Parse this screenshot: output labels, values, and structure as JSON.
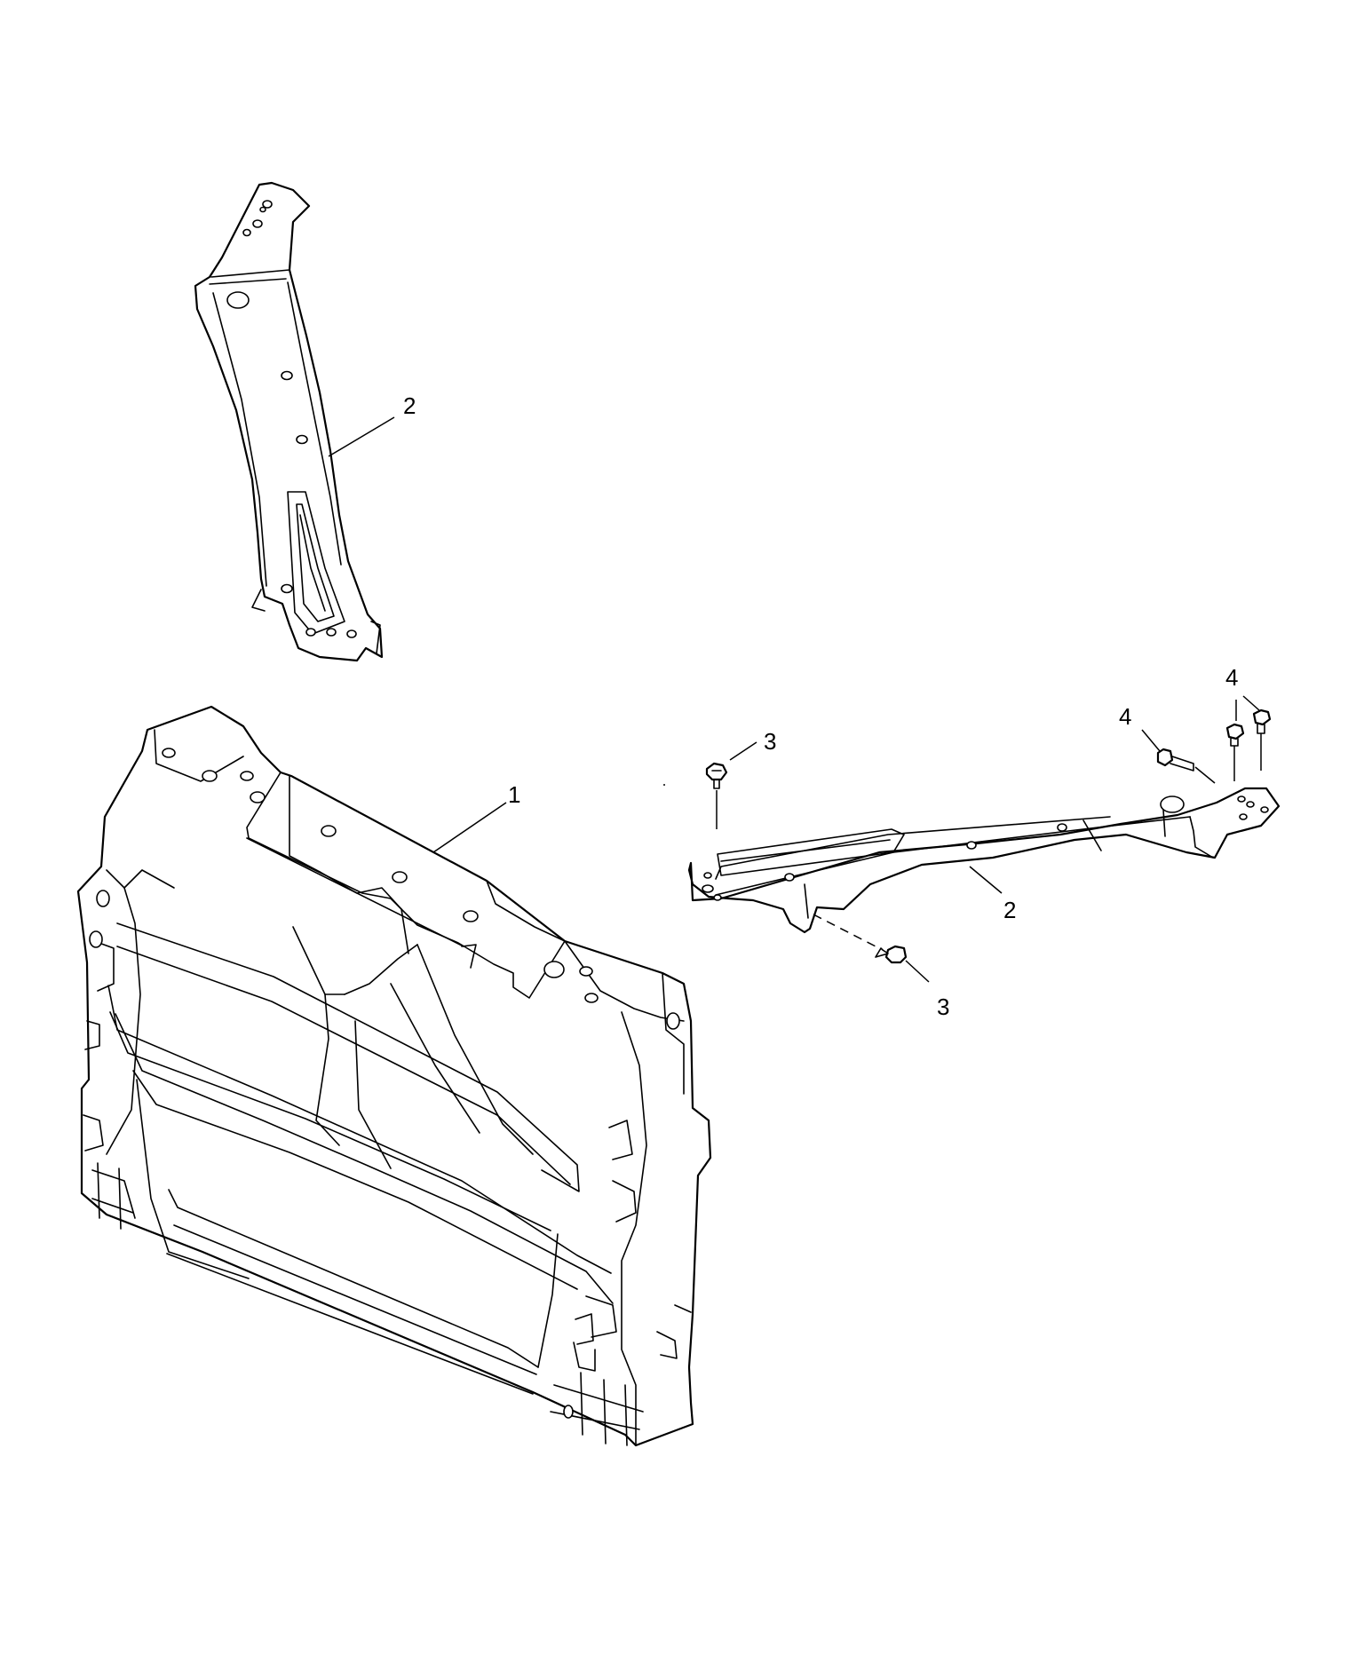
{
  "callouts": {
    "c1": "1",
    "c2_upper": "2",
    "c2_lower": "2",
    "c3_upper": "3",
    "c3_lower": "3",
    "c4_left": "4",
    "c4_right": "4"
  },
  "colors": {
    "line": "#000000",
    "background": "#ffffff"
  }
}
